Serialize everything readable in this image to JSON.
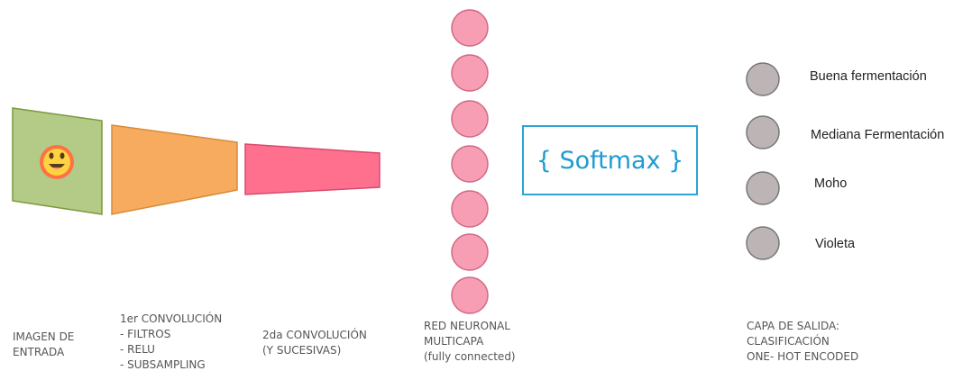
{
  "diagram": {
    "input_icon": "smiley-face-icon",
    "softmax_label": "{ Softmax }",
    "neurons": 7,
    "outputs": [
      "Buena fermentación",
      "Mediana Fermentación",
      "Moho",
      "Violeta"
    ],
    "labels": {
      "input": "IMAGEN DE\nENTRADA",
      "conv1": "1er CONVOLUCIÓN\n- FILTROS\n- RELU\n- SUBSAMPLING",
      "conv2": "2da CONVOLUCIÓN\n(Y SUCESIVAS)",
      "network": "RED NEURONAL\nMULTICAPA\n(fully connected)",
      "output": "CAPA DE SALIDA:\nCLASIFICACIÓN\nONE- HOT ENCODED"
    },
    "colors": {
      "input": "#b3cb86",
      "input_border": "#7a9a3c",
      "conv1": "#f6ab5f",
      "conv1_border": "#d98a38",
      "conv2": "#ff6f8e",
      "conv2_border": "#d84a6c",
      "neuron": "#f79db4",
      "neuron_border": "#d06b86",
      "output_node": "#bdb5b5",
      "output_node_border": "#777777",
      "softmax": "#1f9bd1"
    }
  }
}
